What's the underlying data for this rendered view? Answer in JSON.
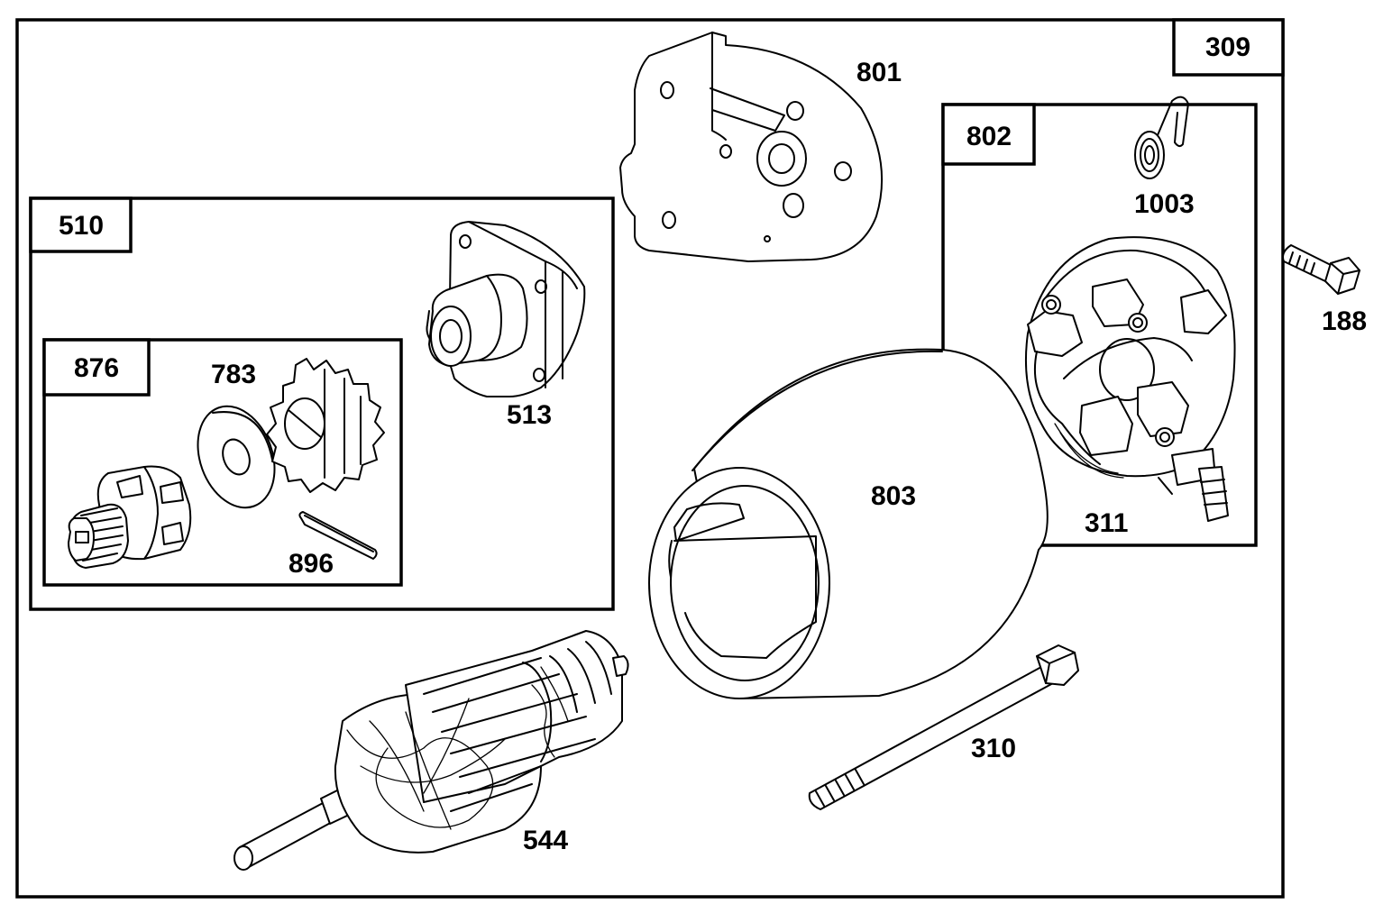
{
  "diagram": {
    "assembly_box": {
      "label": "309"
    },
    "sub_boxes": [
      {
        "label": "510"
      },
      {
        "label": "876"
      },
      {
        "label": "802"
      }
    ],
    "parts": [
      {
        "label": "801",
        "icon": "mounting-bracket-icon"
      },
      {
        "label": "802",
        "icon": "end-cap-assembly-icon"
      },
      {
        "label": "1003",
        "icon": "brush-spring-icon"
      },
      {
        "label": "188",
        "icon": "bolt-icon"
      },
      {
        "label": "513",
        "icon": "drive-end-cap-icon"
      },
      {
        "label": "783",
        "icon": "pinion-gear-icon"
      },
      {
        "label": "896",
        "icon": "roll-pin-icon"
      },
      {
        "label": "803",
        "icon": "motor-housing-icon"
      },
      {
        "label": "311",
        "icon": "brush-holder-icon"
      },
      {
        "label": "310",
        "icon": "through-bolt-icon"
      },
      {
        "label": "544",
        "icon": "armature-icon"
      }
    ]
  }
}
